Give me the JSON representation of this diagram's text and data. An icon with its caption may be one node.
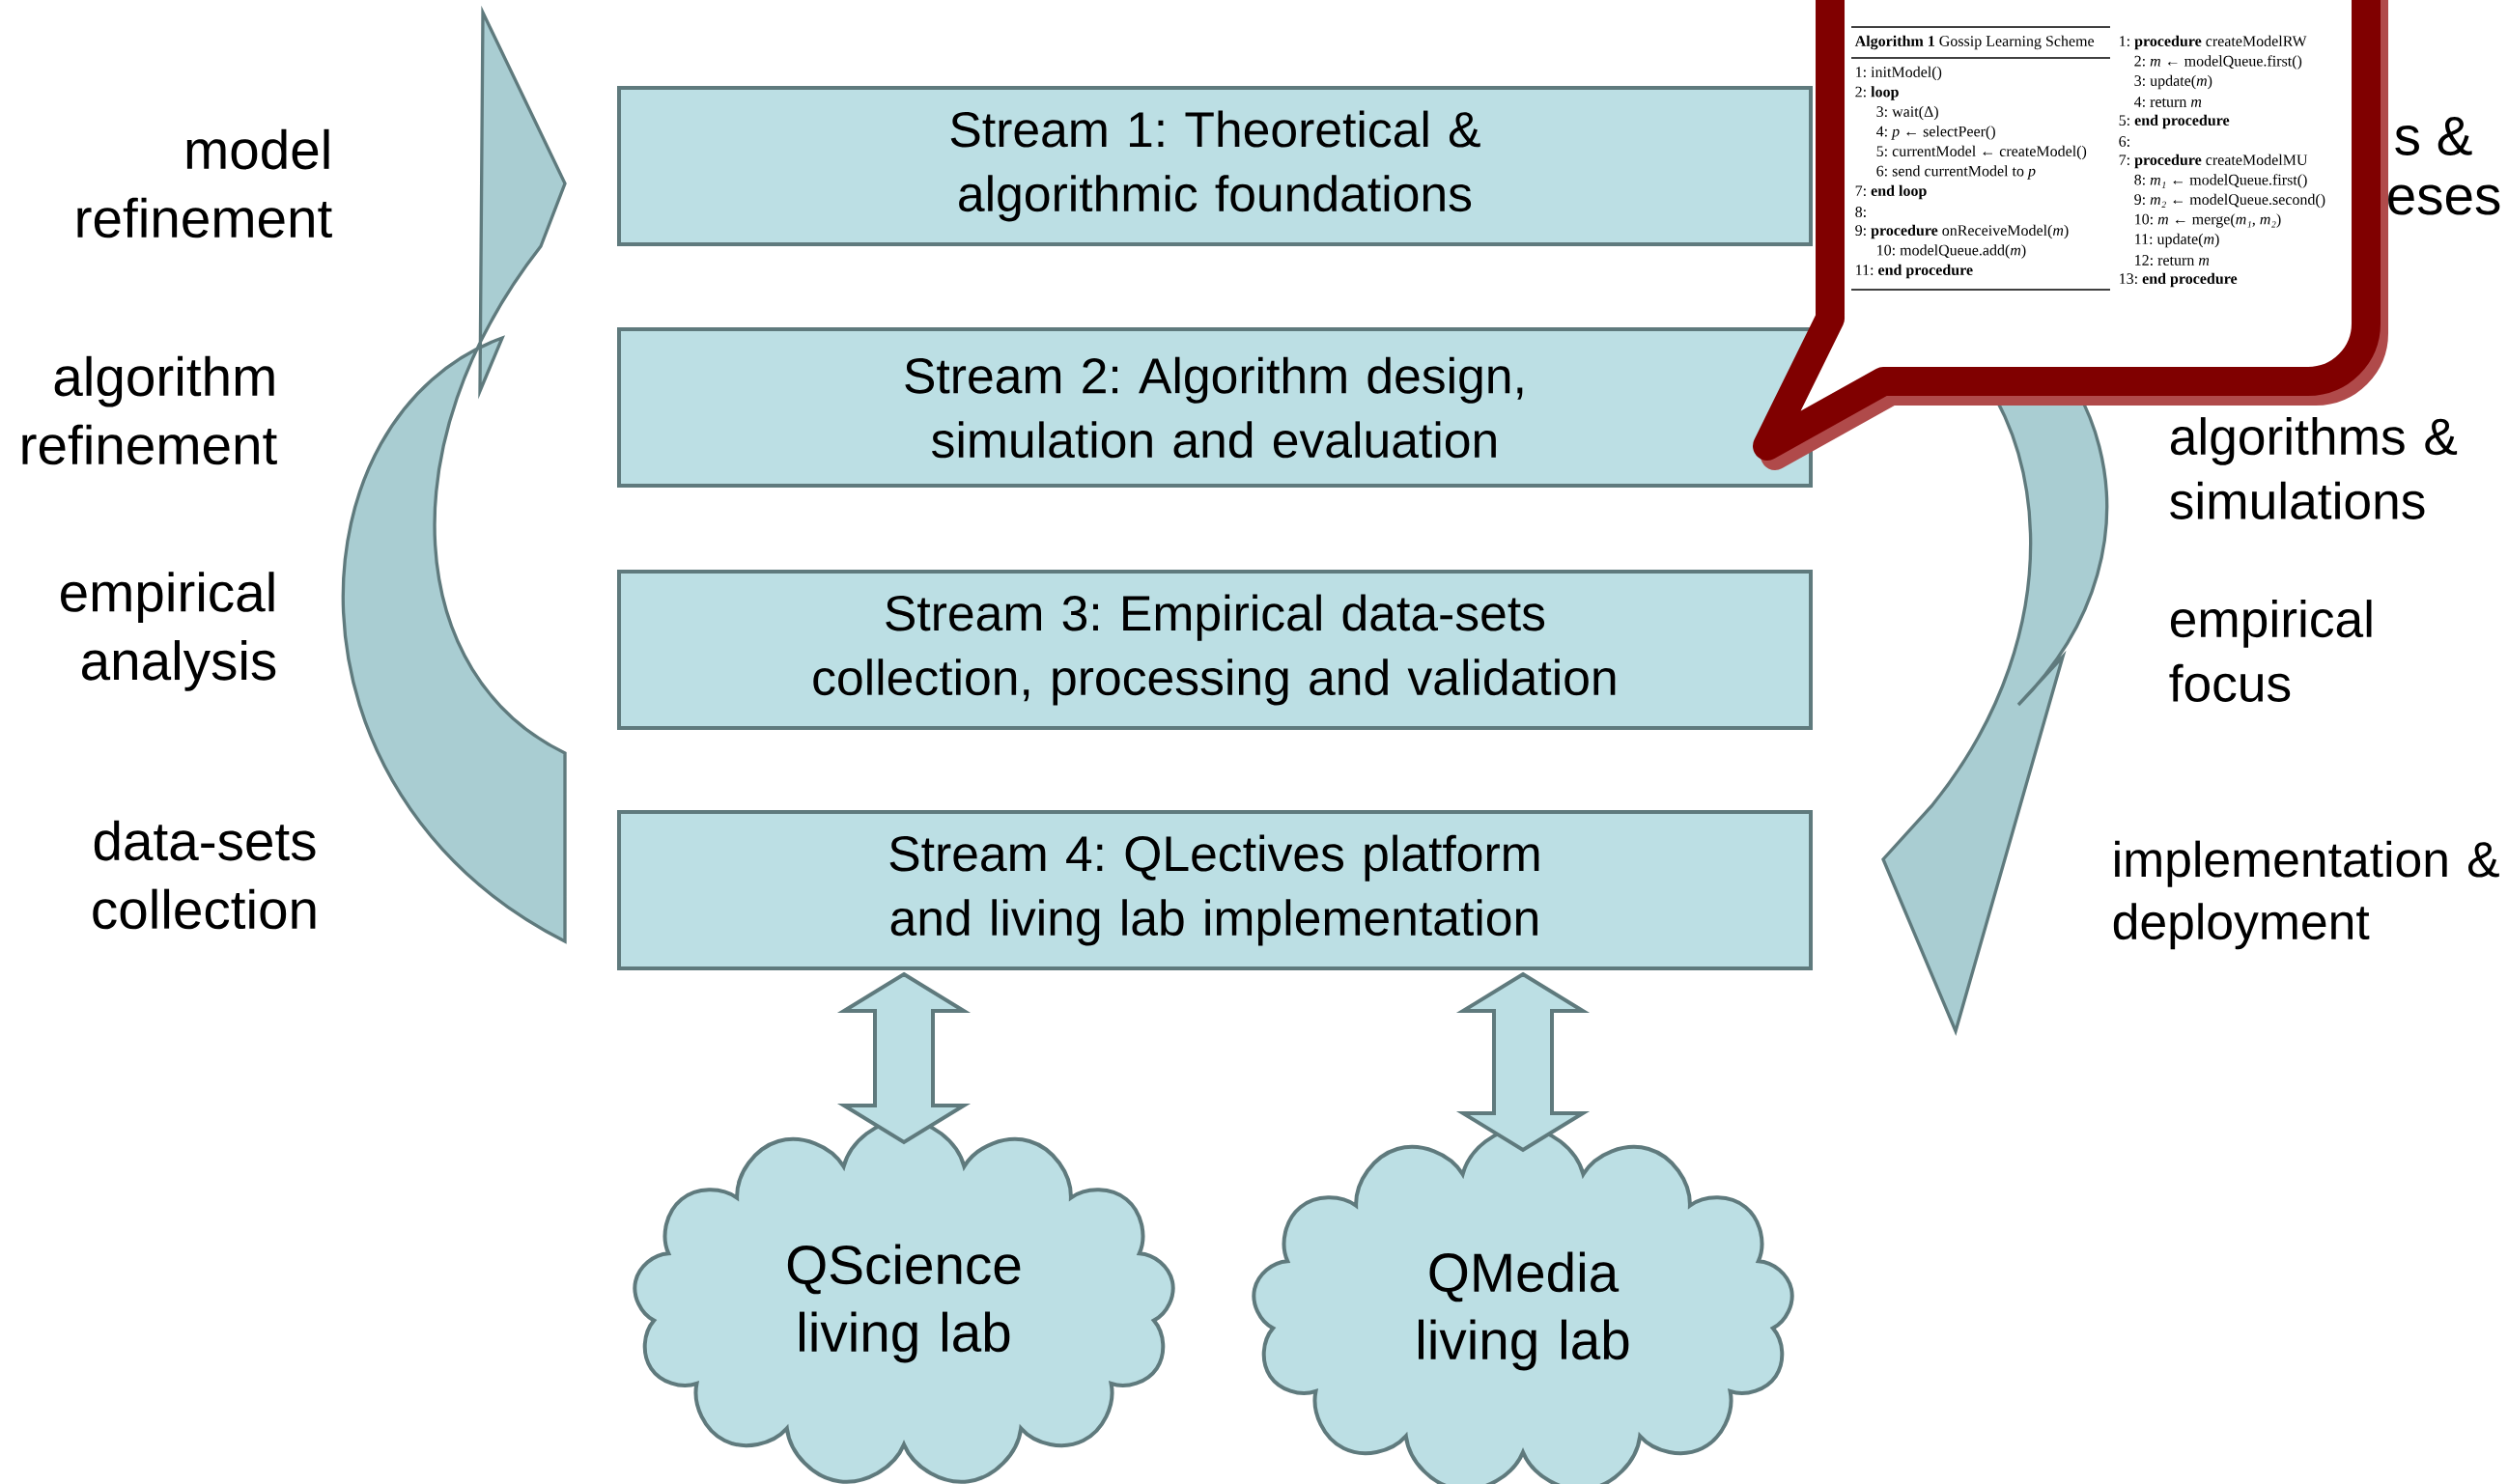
{
  "diagram": {
    "nodes": [
      {
        "text": [
          "Stream 1: Theoretical & algorithmic foundations"
        ]
      },
      {
        "text": [
          "Stream 2: Algorithm design, simulation and evaluation"
        ]
      },
      {
        "text": [
          "Stream 3: Empirical data-sets collection, processing and validation"
        ]
      },
      {
        "text": [
          "Stream 4: QLectives platform and living lab implementation"
        ]
      },
      {
        "text": [
          "QScience living lab"
        ]
      },
      {
        "text": [
          "QMedia living lab"
        ]
      },
      {
        "text": [
          "**Algorithm 1** Gossip Learning Scheme",
          "1: initModel()",
          "2: **loop**",
          "3: wait(Δ)",
          "4: *p* ← selectPeer()",
          "5: currentModel ← createModel()",
          "6: send currentModel to *p*",
          "7: **end loop**",
          "8:",
          "9: **procedure** onReceiveModel(*m*)",
          "10: modelQueue.add(*m*)",
          "11: **end procedure**",
          "1: **procedure** createModelRW",
          "2: *m* ← modelQueue.first()",
          "3: update(*m*)",
          "4: return *m*",
          "5: **end procedure**",
          "6:",
          "7: **procedure** createModelMU",
          "8: *m₁* ← modelQueue.first()",
          "9: *m₂* ← modelQueue.second()",
          "10: *m* ← merge(*m₁*, *m₂*)",
          "11: update(*m*)",
          "12: return *m*",
          "13: **end procedure**"
        ]
      }
    ],
    "edges": [
      {
        "from": 3,
        "to": 4,
        "arrow": "both"
      },
      {
        "from": 3,
        "to": 5,
        "arrow": "both"
      }
    ],
    "labels": [
      "model refinement",
      "s &",
      "eses",
      "algorithm refinement",
      "algorithms & simulations",
      "empirical analysis",
      "empirical focus",
      "data-sets collection",
      "implementation & deployment"
    ]
  }
}
